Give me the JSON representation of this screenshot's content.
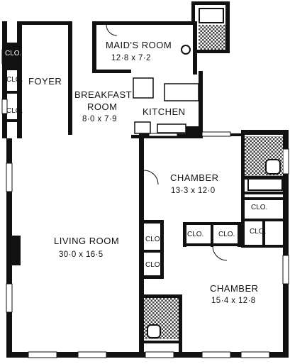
{
  "rooms": {
    "maids_room": {
      "name": "MAID'S ROOM",
      "dims": "12·8 x 7·2"
    },
    "foyer": {
      "name": "FOYER"
    },
    "breakfast_room": {
      "name": "BREAKFAST",
      "name2": "ROOM",
      "dims": "8·0 x 7·9"
    },
    "kitchen": {
      "name": "KITCHEN"
    },
    "chamber_1": {
      "name": "CHAMBER",
      "dims": "13·3 x 12·0"
    },
    "living_room": {
      "name": "LIVING ROOM",
      "dims": "30·0 x 16·5"
    },
    "chamber_2": {
      "name": "CHAMBER",
      "dims": "15·4 x 12·8"
    }
  },
  "closet_label": "CLO.",
  "colors": {
    "wall": "#111111",
    "background": "#ffffff",
    "tile": "#555555"
  }
}
